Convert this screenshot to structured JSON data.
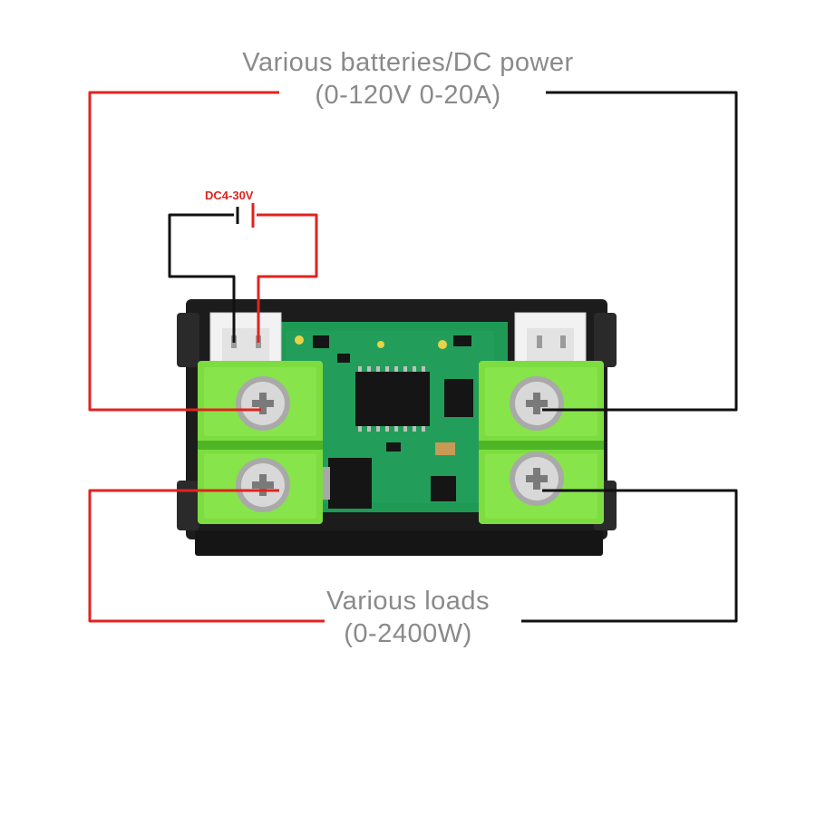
{
  "labels": {
    "source_title": "Various batteries/DC power",
    "source_range": "(0-120V 0-20A)",
    "load_title": "Various loads",
    "load_range": "(0-2400W)",
    "aux_supply": "DC4-30V"
  },
  "colors": {
    "positive_wire": "#e0231e",
    "negative_wire": "#111111",
    "terminal_block": "#7ddc3f",
    "terminal_block_dark": "#4fb526",
    "pcb": "#1f9a55",
    "case": "#1c1c1c",
    "connector": "#f2f2f2",
    "label_text": "#8a8a8a"
  }
}
